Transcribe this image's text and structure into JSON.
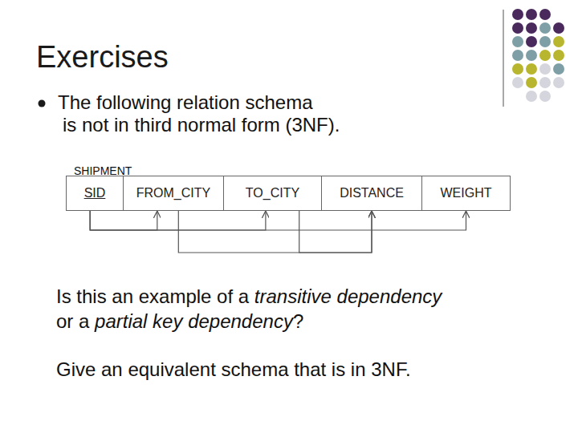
{
  "diagram": {
    "title": "Exercises",
    "nodes": [
      {
        "text": [
          "SID"
        ]
      },
      {
        "text": [
          "FROM_CITY"
        ]
      },
      {
        "text": [
          "TO_CITY"
        ]
      },
      {
        "text": [
          "DISTANCE"
        ]
      },
      {
        "text": [
          "WEIGHT"
        ]
      }
    ],
    "edges": [
      {
        "from": 0,
        "to": 1,
        "arrow": "to"
      },
      {
        "from": 0,
        "to": 2,
        "arrow": "to"
      },
      {
        "from": 0,
        "to": 4,
        "arrow": "to"
      },
      {
        "from": 1,
        "to": 3,
        "arrow": "to"
      },
      {
        "from": 2,
        "to": 3,
        "arrow": "to"
      }
    ],
    "labels": [
      "The following relation schema is not in third normal form (3NF).",
      "SHIPMENT",
      "Is this an example of a",
      "transitive dependency",
      "or a",
      "partial key dependency",
      "?",
      "Give an equivalent schema that is in 3NF."
    ]
  }
}
